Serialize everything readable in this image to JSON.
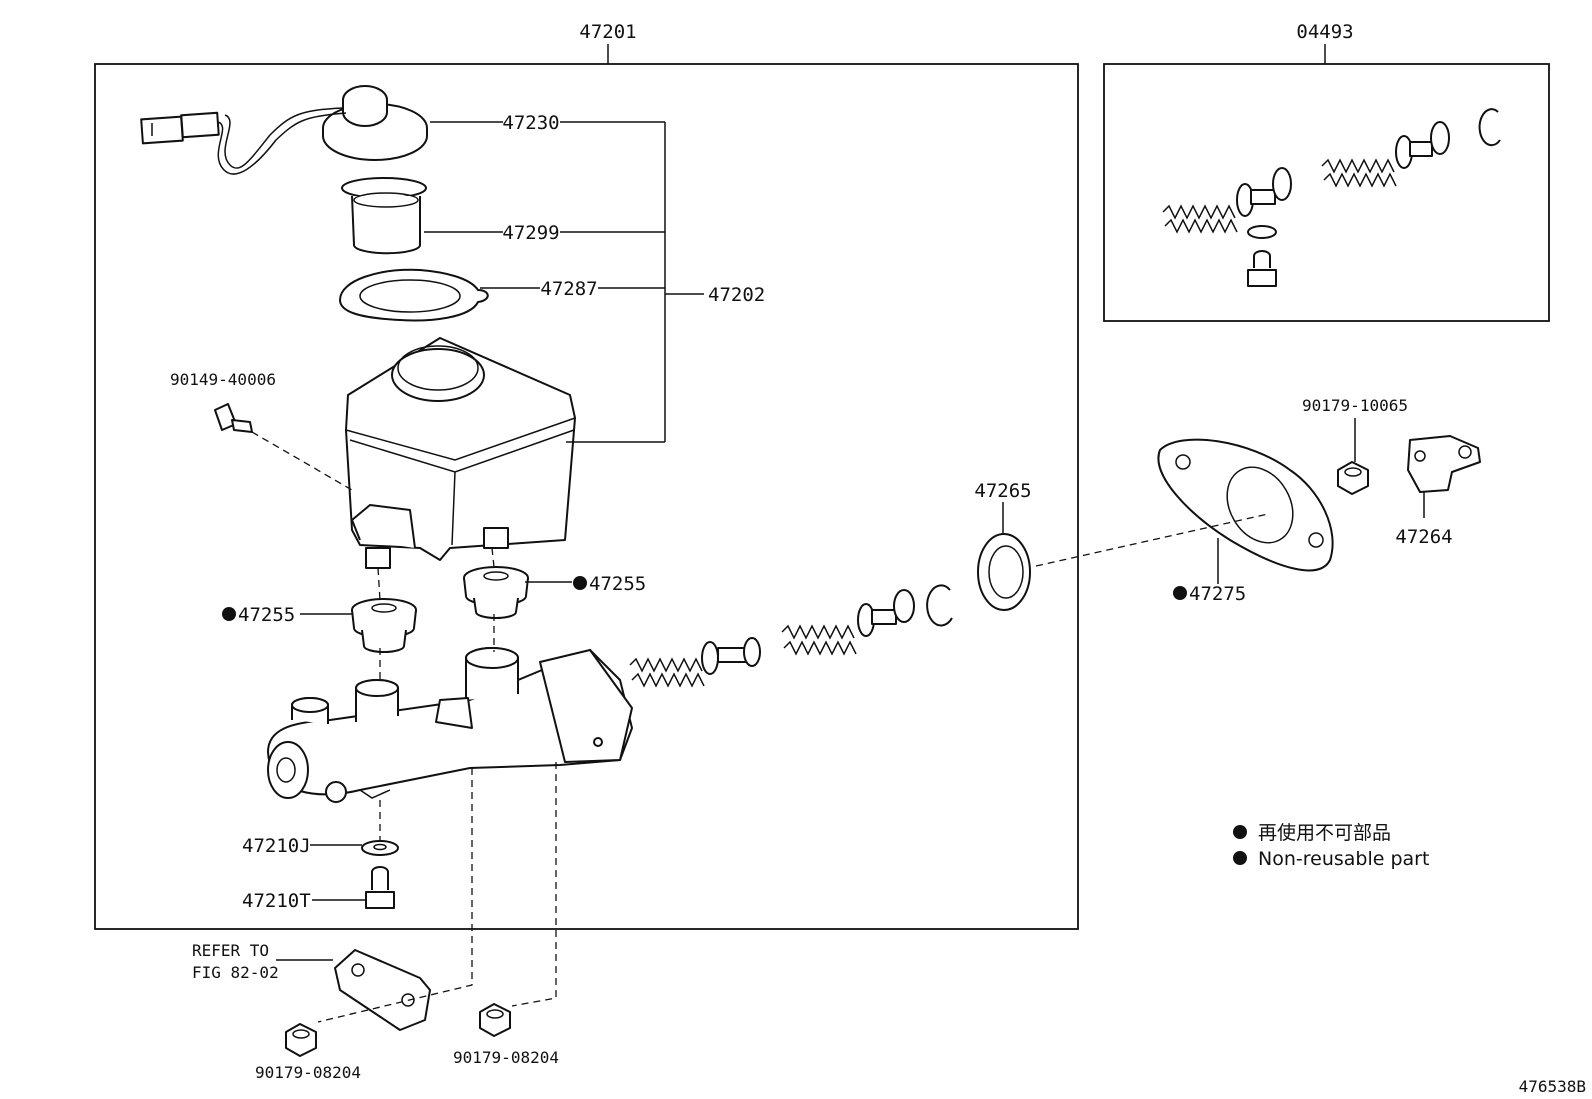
{
  "labels": {
    "assembly": "47201",
    "kit": "04493",
    "reservoir_cap": "47230",
    "strainer": "47299",
    "gasket_ring": "47287",
    "reservoir_sub": "47202",
    "screw": "90149-40006",
    "grommet_right": "47255",
    "grommet_left": "47255",
    "cup_seal": "47265",
    "nut_top": "90179-10065",
    "bracket": "47264",
    "gasket_plate": "47275",
    "washer": "47210J",
    "union_bolt": "47210T",
    "refer_line1": "REFER TO",
    "refer_line2": "FIG 82-02",
    "nut_bottom_left": "90179-08204",
    "nut_bottom_right": "90179-08204",
    "diagram_id": "476538B"
  },
  "legend": {
    "line_jp": "再使用不可部品",
    "line_en": "Non-reusable part"
  }
}
